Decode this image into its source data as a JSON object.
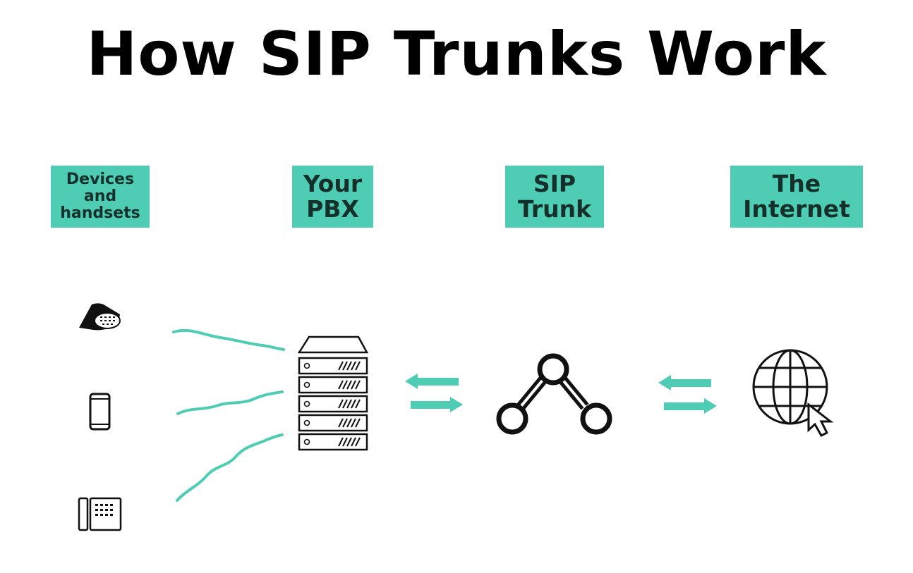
{
  "title": "How SIP Trunks Work",
  "labels": {
    "devices": "Devices\nand\nhandsets",
    "pbx": "Your\nPBX",
    "sip_trunk": "SIP\nTrunk",
    "internet": "The\nInternet"
  },
  "colors": {
    "accent": "#4ecdb4",
    "label_text": "#15302a",
    "icon": "#111111"
  },
  "icons": [
    "conference-phone-icon",
    "mobile-phone-icon",
    "desk-phone-icon",
    "server-rack-icon",
    "sip-trunk-node-icon",
    "globe-cursor-icon"
  ]
}
